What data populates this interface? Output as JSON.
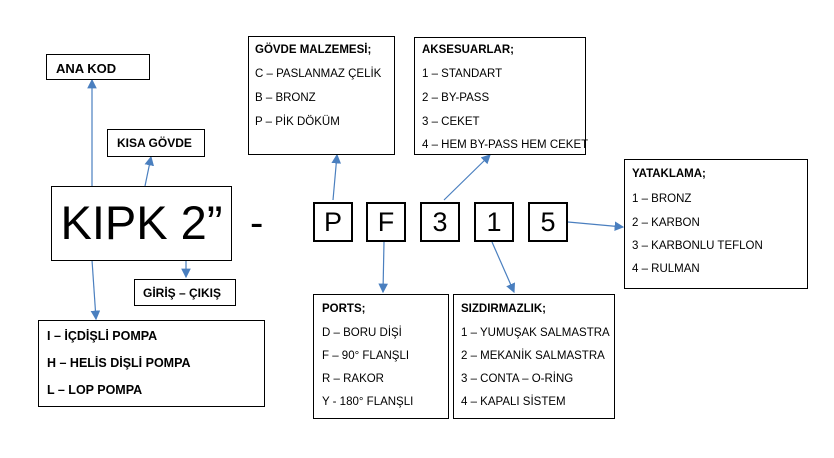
{
  "code": {
    "main": "KIPK 2”",
    "dash": "-",
    "letters": [
      "P",
      "F",
      "3",
      "1",
      "5"
    ]
  },
  "labels": {
    "ana_kod": "ANA KOD",
    "kisa_govde": "KISA GÖVDE",
    "giris_cikis": "GİRİŞ – ÇIKIŞ"
  },
  "pump_types": [
    "I – İÇDİŞLİ POMPA",
    "H – HELİS DİŞLİ POMPA",
    "L – LOP POMPA"
  ],
  "govde": {
    "title": "GÖVDE MALZEMESİ;",
    "items": [
      "C – PASLANMAZ ÇELİK",
      "B – BRONZ",
      "P – PİK DÖKÜM"
    ]
  },
  "aksesuar": {
    "title": "AKSESUARLAR;",
    "items": [
      "1 – STANDART",
      "2 – BY-PASS",
      "3 – CEKET",
      "4 – HEM BY-PASS HEM CEKET"
    ]
  },
  "yataklama": {
    "title": "YATAKLAMA;",
    "items": [
      "1 – BRONZ",
      "2 – KARBON",
      "3 – KARBONLU TEFLON",
      "4 – RULMAN"
    ]
  },
  "ports": {
    "title": "PORTS;",
    "items": [
      "D – BORU DİŞİ",
      "F – 90° FLANŞLI",
      "R – RAKOR",
      "Y - 180° FLANŞLI"
    ]
  },
  "sizdirmazlik": {
    "title": "SIZDIRMAZLIK;",
    "items": [
      "1 – YUMUŞAK SALMASTRA",
      "2 – MEKANİK SALMASTRA",
      "3 – CONTA – O-RİNG",
      "4 – KAPALI SİSTEM"
    ]
  },
  "colors": {
    "arrow": "#4a7fbf",
    "border": "#000000"
  }
}
